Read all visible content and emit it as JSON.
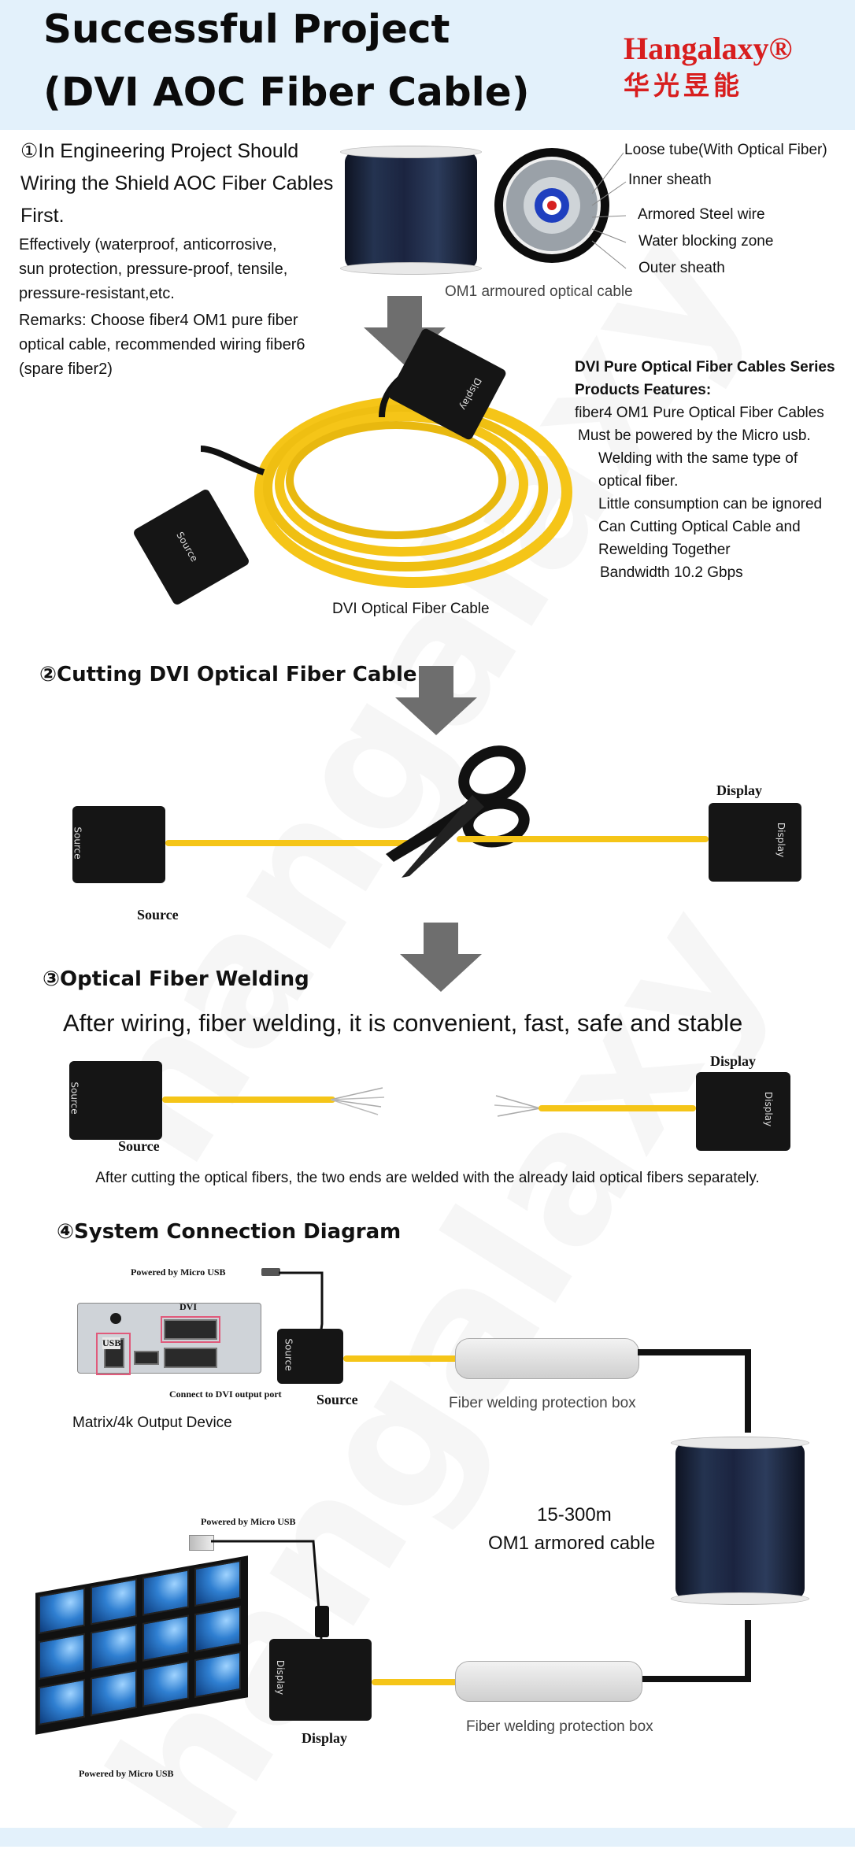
{
  "header": {
    "title_line1": "Successful Project",
    "title_line2": "(DVI AOC Fiber Cable)",
    "logo_en": "Hangalaxy®",
    "logo_cn": "华光昱能",
    "brand_color": "#d81e1e",
    "watermark_text": "hangalaxy"
  },
  "section1": {
    "intro_lines": [
      "①In Engineering Project Should",
      "Wiring the Shield AOC Fiber Cables",
      "First."
    ],
    "effect_lines": [
      "Effectively (waterproof, anticorrosive,",
      "sun protection, pressure-proof, tensile,",
      "pressure-resistant,etc."
    ],
    "remark_lines": [
      "Remarks: Choose fiber4 OM1 pure fiber",
      "optical cable, recommended wiring fiber6",
      "(spare fiber2)"
    ],
    "cross_section_labels": [
      "Loose tube(With Optical Fiber)",
      "Inner sheath",
      "Armored Steel wire",
      "Water blocking zone",
      "Outer sheath"
    ],
    "spool_caption": "OM1 armoured optical cable",
    "features_title": "DVI Pure Optical Fiber Cables Series",
    "features_subtitle": "Products Features:",
    "features_lines": [
      "fiber4 OM1 Pure Optical Fiber Cables",
      "Must be powered by the Micro usb.",
      "Welding with the same type of",
      "optical fiber.",
      "Little consumption can be ignored",
      "Can Cutting Optical Cable and",
      "Rewelding Together",
      "Bandwidth 10.2 Gbps"
    ],
    "coil_caption": "DVI Optical Fiber Cable",
    "connector_display": "Display",
    "connector_source": "Source"
  },
  "section2": {
    "title": "②Cutting DVI Optical Fiber Cable",
    "label_display": "Display",
    "label_source": "Source"
  },
  "section3": {
    "title": "③Optical Fiber Welding",
    "headline": "After wiring, fiber welding, it is convenient, fast, safe and stable",
    "label_display": "Display",
    "label_source": "Source",
    "caption": "After cutting the optical fibers, the two ends are welded with the already laid optical fibers separately."
  },
  "section4": {
    "title": "④System Connection Diagram",
    "powered_top": "Powered by Micro USB",
    "dvi_label": "DVI",
    "usb_label": "USB",
    "connect_note": "Connect to DVI output port",
    "source_label": "Source",
    "device_label": "Matrix/4k Output Device",
    "box_label_top": "Fiber welding protection box",
    "cable_length": "15-300m",
    "cable_type": "OM1 armored cable",
    "powered_mid": "Powered by Micro USB",
    "display_label": "Display",
    "box_label_bottom": "Fiber welding protection box",
    "powered_bottom": "Powered by Micro USB"
  },
  "colors": {
    "header_bg": "#e3f1fb",
    "fiber_yellow": "#f5c518",
    "arrow_gray": "#6e6e6e",
    "spool_dark": "#1b2440"
  }
}
